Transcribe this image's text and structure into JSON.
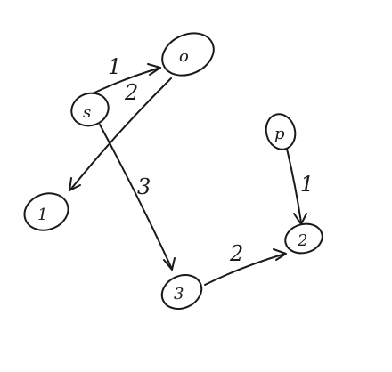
{
  "diagram": {
    "nodes": {
      "s": "s",
      "o": "o",
      "one": "1",
      "three": "3",
      "two": "2",
      "p": "p"
    },
    "edges": {
      "s_to_o": "1",
      "o_to_one": "2",
      "s_to_three": "3",
      "three_to_two": "2",
      "p_to_two": "1"
    }
  }
}
